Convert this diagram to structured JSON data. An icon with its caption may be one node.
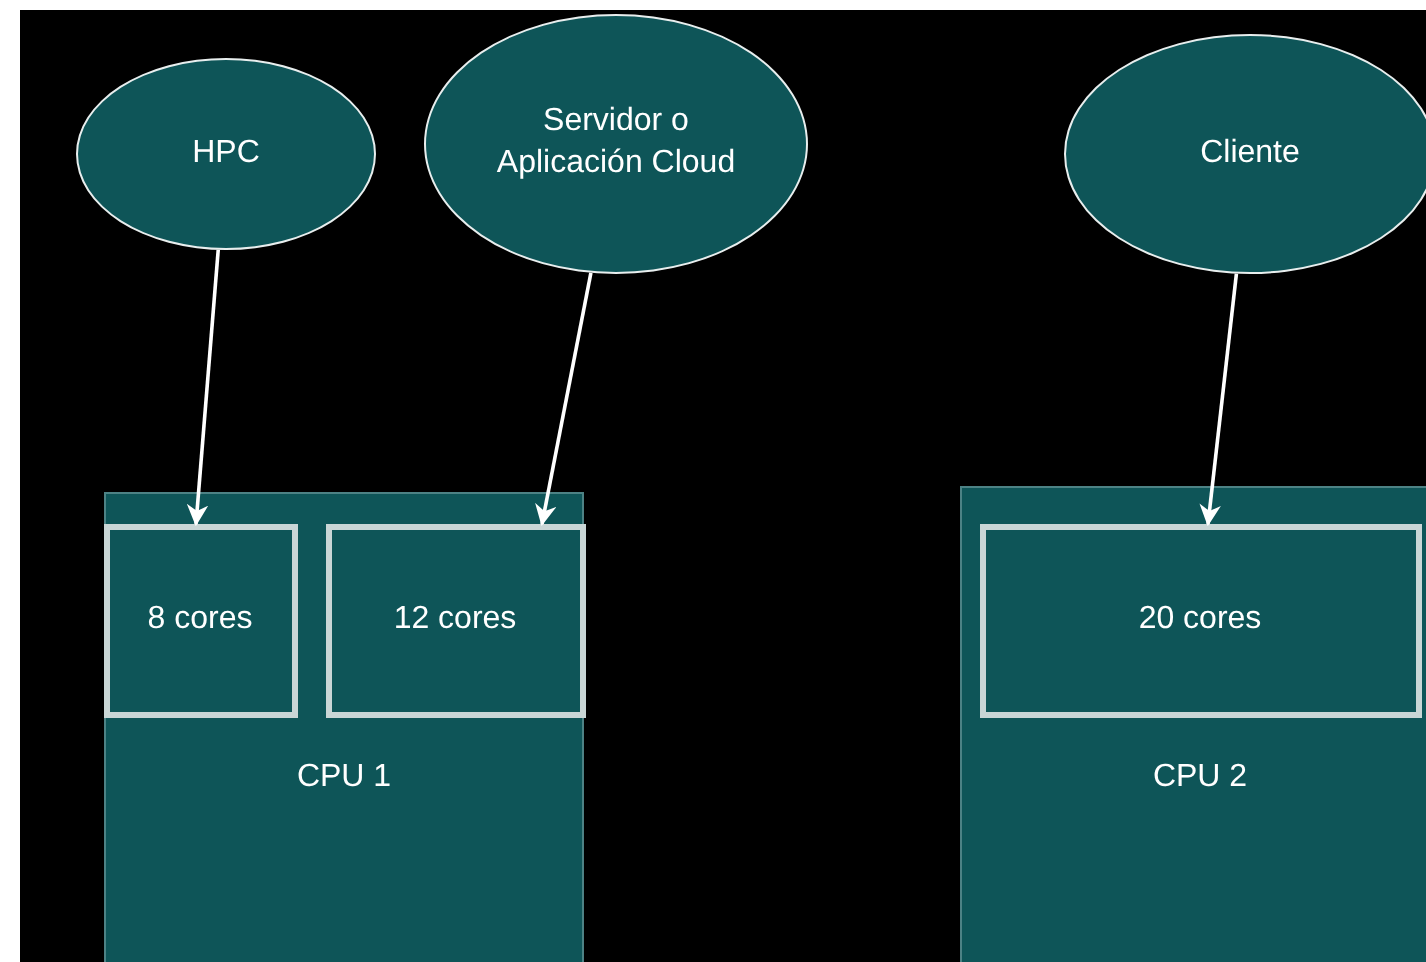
{
  "diagram": {
    "nodes": [
      {
        "text": [
          "HPC"
        ]
      },
      {
        "text": [
          "Servidor o Aplicación Cloud"
        ]
      },
      {
        "text": [
          "Cliente"
        ]
      },
      {
        "text": [
          "CPU 1"
        ]
      },
      {
        "text": [
          "8 cores"
        ],
        "in": 3
      },
      {
        "text": [
          "12 cores"
        ],
        "in": 3
      },
      {
        "text": [
          "CPU 2"
        ]
      },
      {
        "text": [
          "20 cores"
        ],
        "in": 6
      }
    ],
    "edges": [
      {
        "from": 0,
        "to": 4,
        "arrow": "to"
      },
      {
        "from": 1,
        "to": 5,
        "arrow": "to"
      },
      {
        "from": 2,
        "to": 7,
        "arrow": "to"
      }
    ]
  }
}
